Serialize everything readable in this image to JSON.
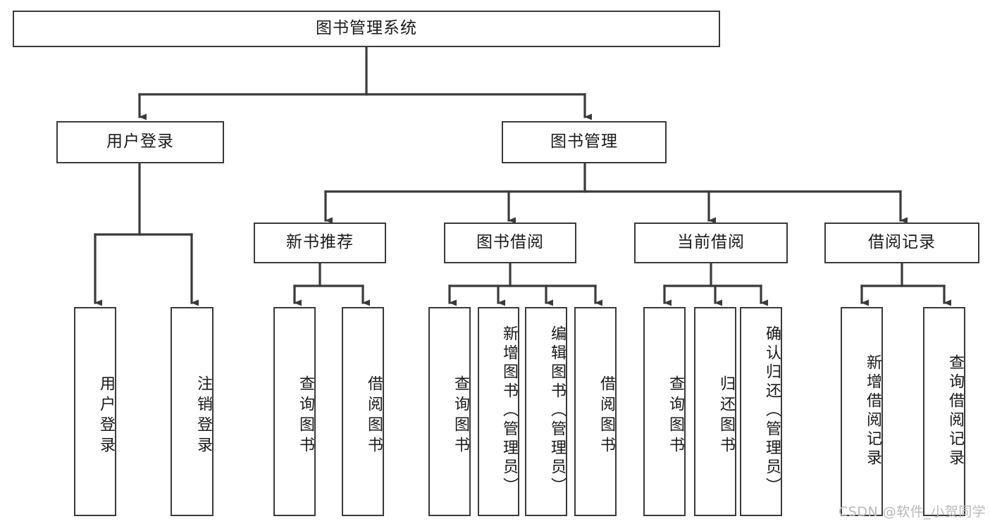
{
  "diagram": {
    "type": "tree",
    "title": "图书管理系统",
    "background_color": "#ffffff",
    "line_color": "#3a3a3a",
    "box_border_color": "#3a3a3a",
    "text_color": "#1a1a1a",
    "nodes": {
      "root": {
        "label": "图书管理系统",
        "level": 0
      },
      "l1": [
        {
          "id": "user_login",
          "label": "用户登录",
          "level": 1
        },
        {
          "id": "book_mgmt",
          "label": "图书管理",
          "level": 1
        }
      ],
      "l2": [
        {
          "id": "new_book_rec",
          "label": "新书推荐",
          "level": 2,
          "parent": "book_mgmt"
        },
        {
          "id": "book_borrow",
          "label": "图书借阅",
          "level": 2,
          "parent": "book_mgmt"
        },
        {
          "id": "current_borrow",
          "label": "当前借阅",
          "level": 2,
          "parent": "book_mgmt"
        },
        {
          "id": "borrow_record",
          "label": "借阅记录",
          "level": 2,
          "parent": "book_mgmt"
        }
      ],
      "leaves": [
        {
          "id": "leaf_user_login",
          "label": "用户登录",
          "parent": "user_login"
        },
        {
          "id": "leaf_user_logout",
          "label": "注销登录",
          "parent": "user_login"
        },
        {
          "id": "leaf_query_book_1",
          "label": "查询图书",
          "parent": "new_book_rec"
        },
        {
          "id": "leaf_borrow_book_1",
          "label": "借阅图书",
          "parent": "new_book_rec"
        },
        {
          "id": "leaf_query_book_2",
          "label": "查询图书",
          "parent": "book_borrow"
        },
        {
          "id": "leaf_add_book",
          "label": "新增图书（管理员）",
          "parent": "book_borrow"
        },
        {
          "id": "leaf_edit_book",
          "label": "编辑图书（管理员）",
          "parent": "book_borrow"
        },
        {
          "id": "leaf_borrow_book_2",
          "label": "借阅图书",
          "parent": "book_borrow"
        },
        {
          "id": "leaf_query_book_3",
          "label": "查询图书",
          "parent": "current_borrow"
        },
        {
          "id": "leaf_return_book",
          "label": "归还图书",
          "parent": "current_borrow"
        },
        {
          "id": "leaf_confirm_return",
          "label": "确认归还（管理员）",
          "parent": "current_borrow"
        },
        {
          "id": "leaf_add_record",
          "label": "新增借阅记录",
          "parent": "borrow_record"
        },
        {
          "id": "leaf_query_record",
          "label": "查询借阅记录",
          "parent": "borrow_record"
        }
      ]
    }
  },
  "watermark": {
    "text": "CSDN @软件_小贺同学"
  }
}
